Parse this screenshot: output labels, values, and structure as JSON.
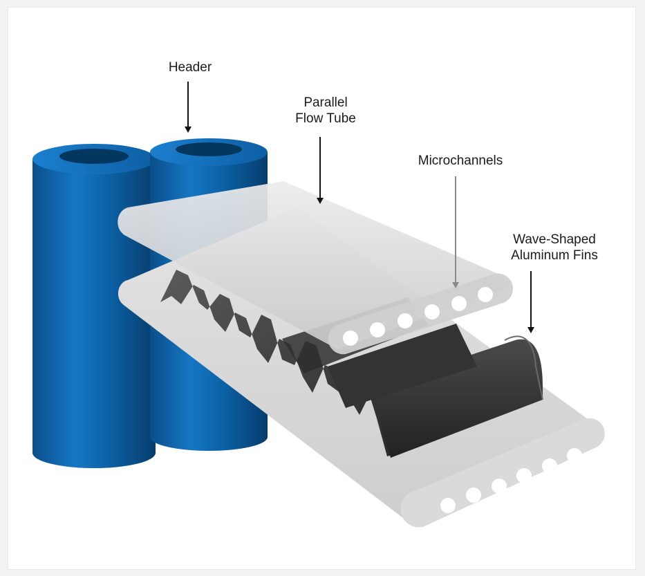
{
  "labels": {
    "header": "Header",
    "tube_line1": "Parallel",
    "tube_line2": "Flow Tube",
    "microchannels": "Microchannels",
    "fins_line1": "Wave-Shaped",
    "fins_line2": "Aluminum Fins"
  },
  "colors": {
    "header_blue": "#0b5c9e",
    "tube_gray": "#d6d6d6",
    "fin_dark": "#3a3a3a",
    "background": "#f2f2f3"
  }
}
